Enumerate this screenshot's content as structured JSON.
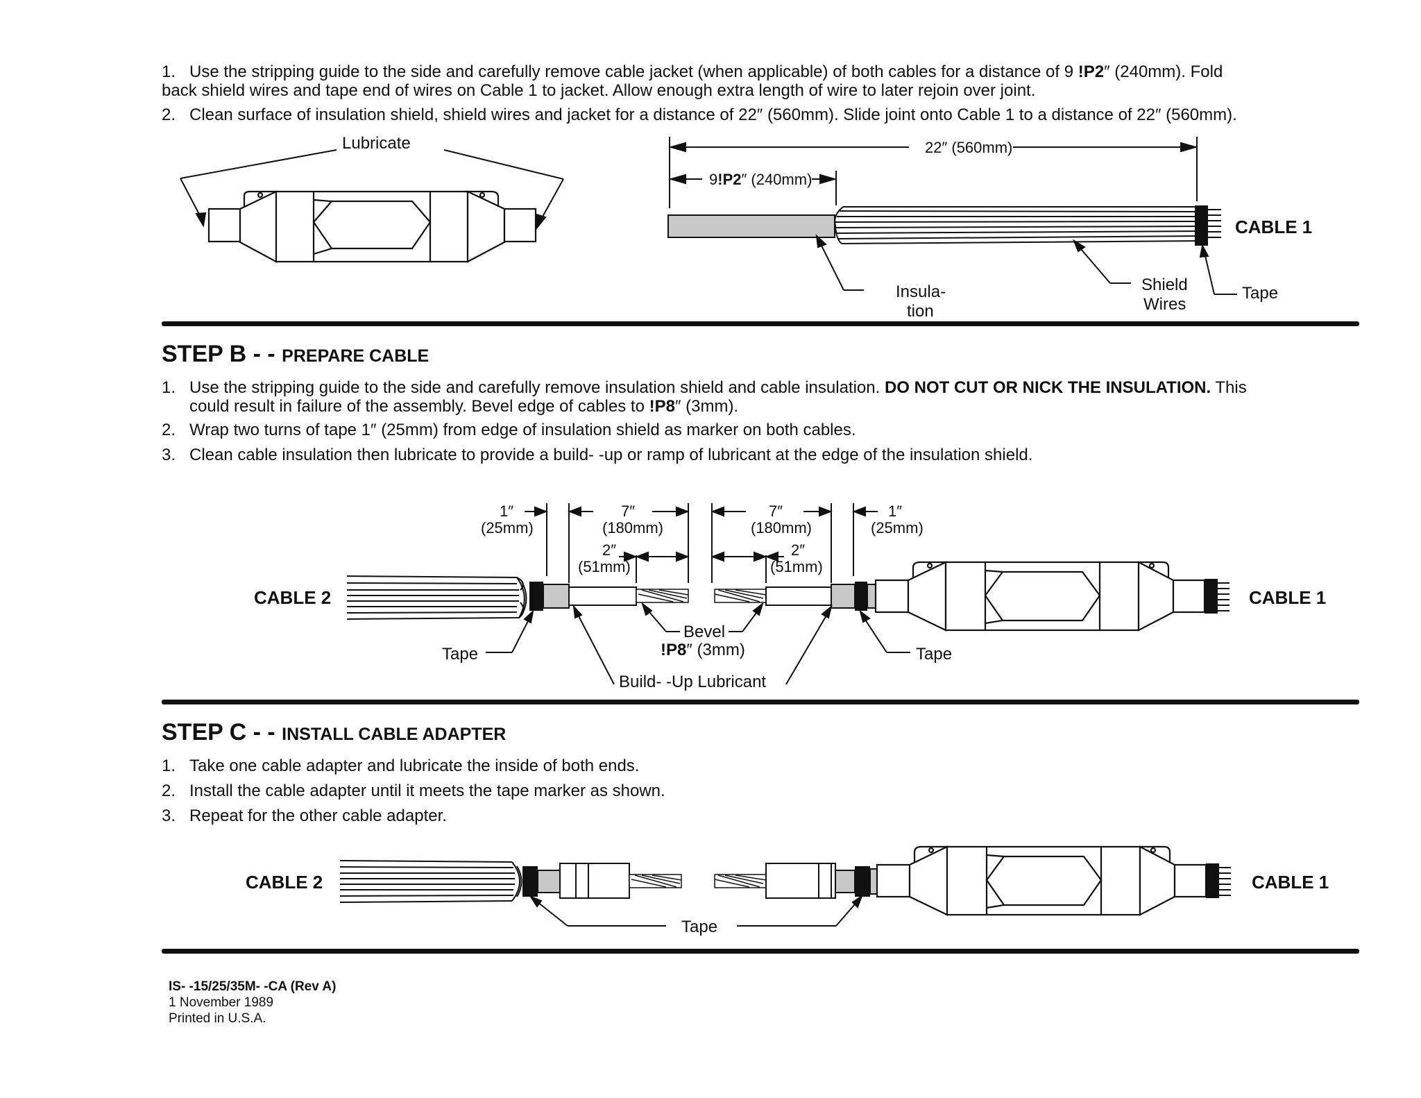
{
  "stepA": {
    "items": [
      {
        "num": "1.",
        "text_a": "Use the stripping guide to the side and carefully remove cable jacket (when applicable) of both cables for a distance of 9 ",
        "frac": "!P2",
        "text_b": "″ (240mm).  Fold",
        "line2": "back shield wires and tape end of wires on Cable 1 to jacket.  Allow enough extra length of wire to later rejoin over joint."
      },
      {
        "num": "2.",
        "text": "Clean surface of insulation shield, shield wires and jacket for a distance of 22″ (560mm).  Slide joint onto Cable 1 to a distance of 22″ (560mm)."
      }
    ],
    "figure": {
      "lubricate": "Lubricate",
      "dim_long": "22″ (560mm)",
      "dim_short_num": "9",
      "dim_short_frac": "!P2",
      "dim_short_rest": "″ (240mm)",
      "cable_label": "CABLE 1",
      "insulation_1": "Insula-",
      "insulation_2": "tion",
      "shield_1": "Shield",
      "shield_2": "Wires",
      "tape": "Tape"
    }
  },
  "stepB": {
    "title_big": "STEP B - - ",
    "title_small": "PREPARE CABLE",
    "items": [
      {
        "num": "1.",
        "text_a": "Use the stripping guide to the side and carefully remove insulation shield and cable insulation.  ",
        "bold": "DO NOT CUT OR NICK THE  INSULATION.",
        "text_b": "  This",
        "line2_a": "could result in failure of the assembly.  Bevel edge of cables to ",
        "line2_frac": "!P8",
        "line2_b": "″ (3mm)."
      },
      {
        "num": "2.",
        "text": "Wrap two turns of tape 1″ (25mm) from edge of insulation shield as marker on both cables."
      },
      {
        "num": "3.",
        "text": "Clean cable insulation then lubricate to provide a build- -up or ramp of lubricant at the edge of the insulation shield."
      }
    ],
    "figure": {
      "cable2": "CABLE 2",
      "cable1": "CABLE 1",
      "d1_in": "1″",
      "d1_mm": "(25mm)",
      "d7_in": "7″",
      "d7_mm": "(180mm)",
      "d2_in": "2″",
      "d2_mm": "(51mm)",
      "tape": "Tape",
      "bevel": "Bevel",
      "bevel_frac": "!P8",
      "bevel_rest": "″ (3mm)",
      "buildup": "Build- -Up Lubricant"
    }
  },
  "stepC": {
    "title_big": "STEP C - - ",
    "title_small": "INSTALL CABLE ADAPTER",
    "items": [
      {
        "num": "1.",
        "text": "Take one cable adapter and lubricate the inside of both ends."
      },
      {
        "num": "2.",
        "text": "Install the cable adapter until it meets the tape marker as shown."
      },
      {
        "num": "3.",
        "text": "Repeat for the other cable adapter."
      }
    ],
    "figure": {
      "cable2": "CABLE 2",
      "cable1": "CABLE 1",
      "tape": "Tape"
    }
  },
  "footer": {
    "doc_id": "IS- -15/25/35M- -CA (Rev A)",
    "date": "1 November 1989",
    "printed": "Printed in U.S.A."
  }
}
